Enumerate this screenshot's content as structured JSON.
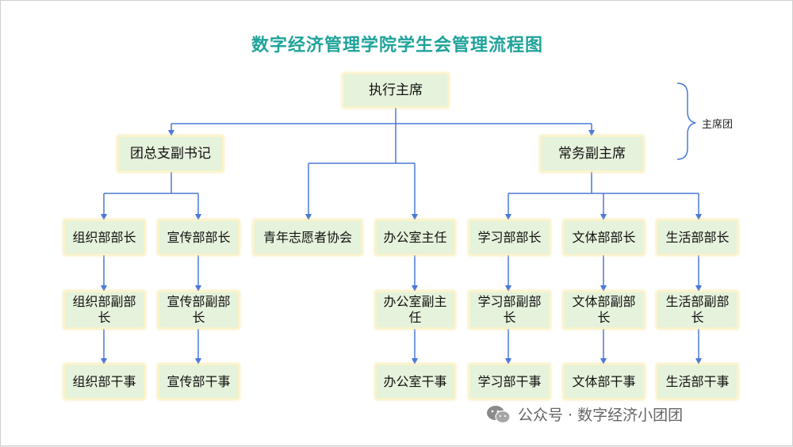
{
  "title": "数字经济管理学院学生会管理流程图",
  "group_label": "主席团",
  "watermark": "公众号 · 数字经济小团团",
  "nodes": {
    "exec_chair": "执行主席",
    "league_deputy": "团总支副书记",
    "standing_vice": "常务副主席",
    "org_head": "组织部部长",
    "pub_head": "宣传部部长",
    "volunteer": "青年志愿者协会",
    "office_director": "办公室主任",
    "study_head": "学习部部长",
    "arts_head": "文体部部长",
    "life_head": "生活部部长",
    "org_deputy": "组织部副部长",
    "pub_deputy": "宣传部副部长",
    "office_deputy": "办公室副主任",
    "study_deputy": "学习部副部长",
    "arts_deputy": "文体部副部长",
    "life_deputy": "生活部副部长",
    "org_staff": "组织部干事",
    "pub_staff": "宣传部干事",
    "office_staff": "办公室干事",
    "study_staff": "学习部干事",
    "arts_staff": "文体部干事",
    "life_staff": "生活部干事"
  },
  "colors": {
    "title": "#1fa39a",
    "node_fill": "#e5f2dc",
    "node_border": "#fbf3c8",
    "connector": "#4a78d8"
  }
}
